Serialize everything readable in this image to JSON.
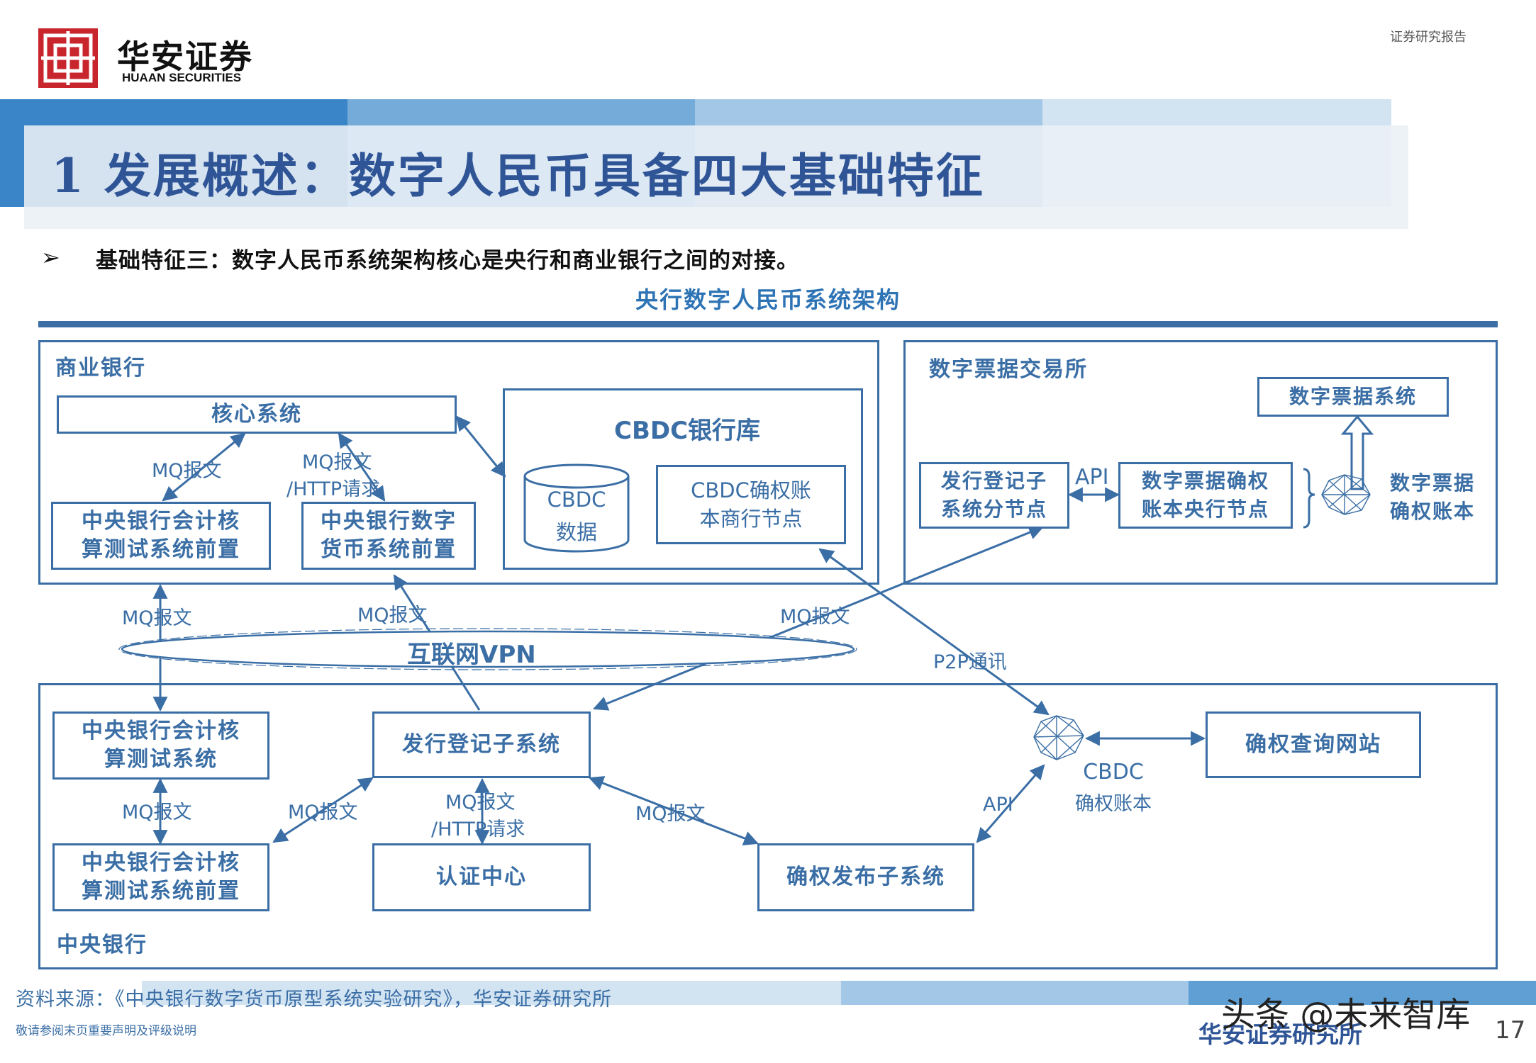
{
  "header": {
    "brand_cn": "华安证券",
    "brand_en": "HUAAN SECURITIES",
    "report_type": "证券研究报告"
  },
  "title": "1 发展概述：数字人民币具备四大基础特征",
  "feature": {
    "bullet": "➢",
    "text": "基础特征三：数字人民币系统架构核心是央行和商业银行之间的对接。"
  },
  "diagram": {
    "title": "央行数字人民币系统架构",
    "commercial_bank": {
      "label": "商业银行",
      "core_system": "核心系统",
      "cb_accounting_front_1": "中央银行会计核",
      "cb_accounting_front_2": "算测试系统前置",
      "cb_digital_front_1": "中央银行数字",
      "cb_digital_front_2": "货币系统前置",
      "cbdc_vault": "CBDC银行库",
      "cbdc_data_1": "CBDC",
      "cbdc_data_2": "数据",
      "cbdc_ledger_node_1": "CBDC确权账",
      "cbdc_ledger_node_2": "本商行节点"
    },
    "exchange": {
      "label": "数字票据交易所",
      "bill_system": "数字票据系统",
      "issue_node_1": "发行登记子",
      "issue_node_2": "系统分节点",
      "api": "API",
      "confirm_node_1": "数字票据确权",
      "confirm_node_2": "账本央行节点",
      "bill_ledger_1": "数字票据",
      "bill_ledger_2": "确权账本"
    },
    "network": {
      "vpn": "互联网VPN",
      "mq1": "MQ报文",
      "mq2": "MQ报文",
      "mq3": "MQ报文",
      "p2p": "P2P通讯"
    },
    "links": {
      "mq_a": "MQ报文",
      "mq_b_1": "MQ报文",
      "mq_b_2": "/HTTP请求",
      "mq_c": "MQ报文",
      "mq_d": "MQ报文",
      "mq_e_1": "MQ报文",
      "mq_e_2": "/HTTP请求",
      "mq_f": "MQ报文",
      "api": "API"
    },
    "central_bank": {
      "label": "中央银行",
      "accounting_test_1": "中央银行会计核",
      "accounting_test_2": "算测试系统",
      "accounting_front_1": "中央银行会计核",
      "accounting_front_2": "算测试系统前置",
      "issue_registry": "发行登记子系统",
      "auth_center": "认证中心",
      "confirm_publish": "确权发布子系统",
      "cbdc_ledger_1": "CBDC",
      "cbdc_ledger_2": "确权账本",
      "query_site": "确权查询网站"
    }
  },
  "footer": {
    "source": "资料来源：《中央银行数字货币原型系统实验研究》，华安证券研究所",
    "disclaimer": "敬请参阅末页重要声明及评级说明",
    "watermark": "头条 @未来智库",
    "brand": "华安证券研究所",
    "page": "17"
  },
  "colors": {
    "accent": "#3a6ea5",
    "title": "#2f5597",
    "logo": "#c8262c"
  }
}
